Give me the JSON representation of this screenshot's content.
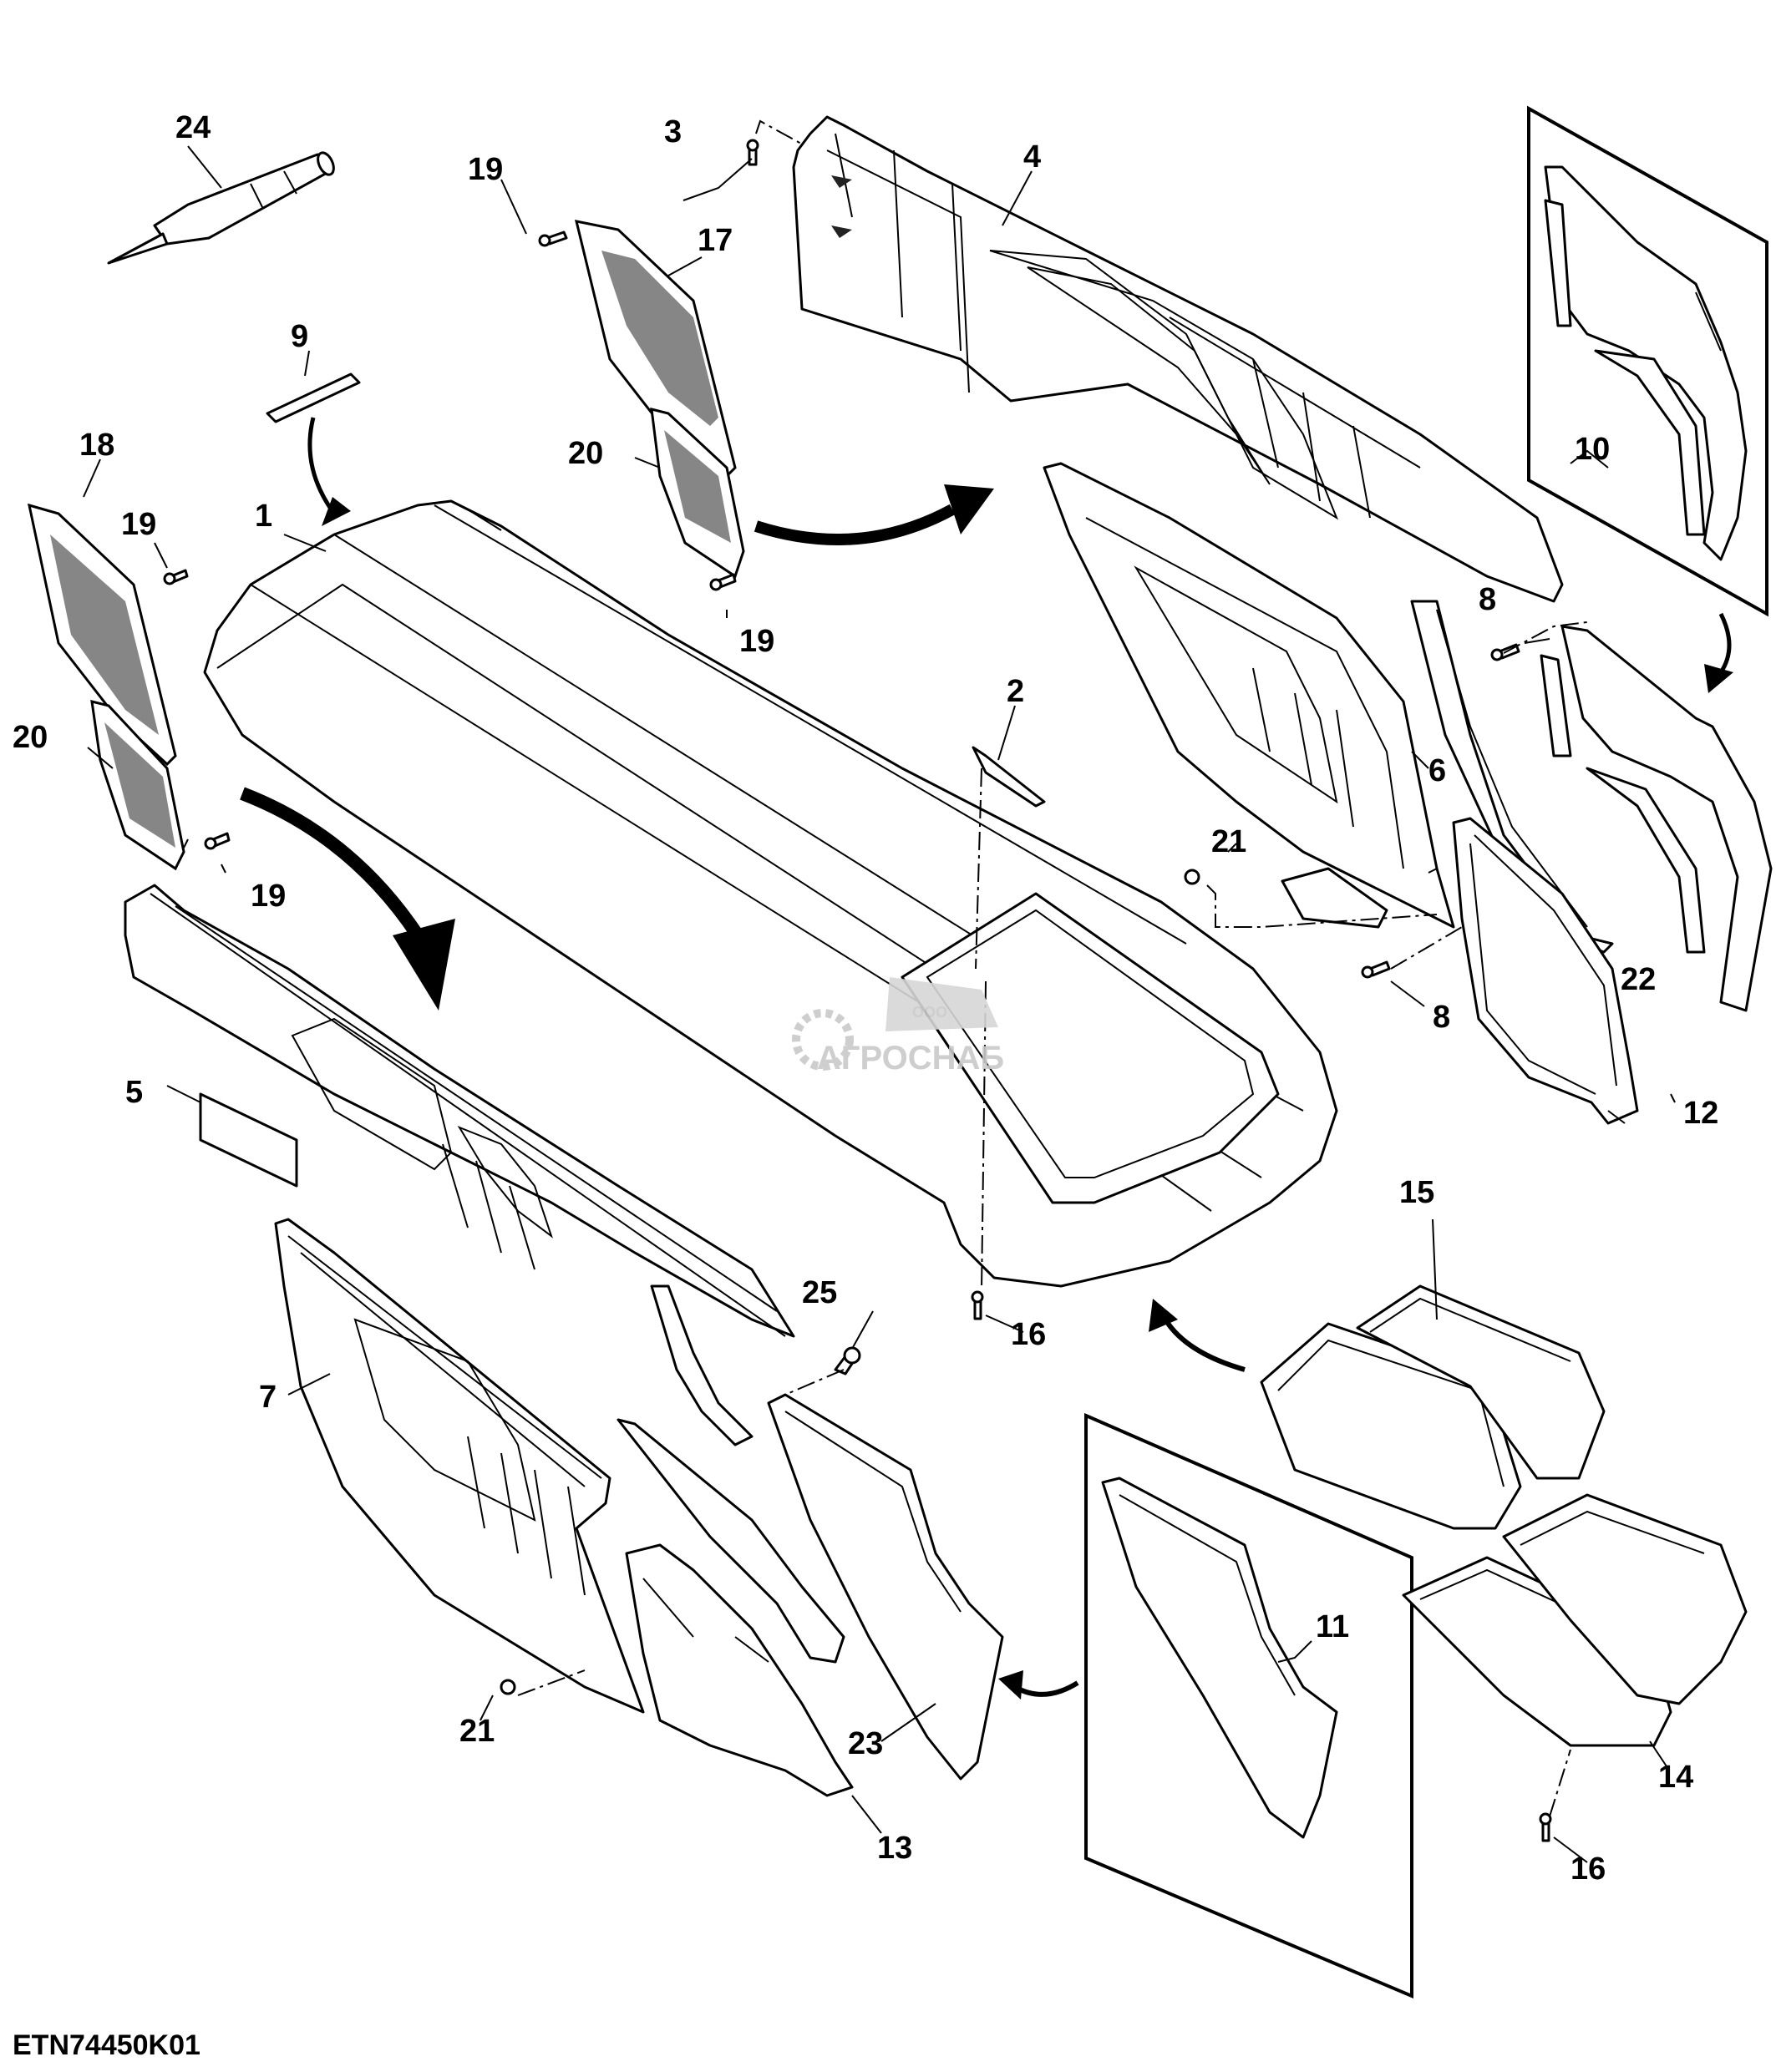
{
  "drawing": {
    "figure_id": "ETN74450K01",
    "watermark": {
      "top": "ООО",
      "name": "АГРОСНАБ"
    }
  },
  "callouts": {
    "c1": "1",
    "c2": "2",
    "c3": "3",
    "c4": "4",
    "c5": "5",
    "c6": "6",
    "c7": "7",
    "c8a": "8",
    "c8b": "8",
    "c9": "9",
    "c10": "10",
    "c11": "11",
    "c12": "12",
    "c13": "13",
    "c14": "14",
    "c15": "15",
    "c16a": "16",
    "c16b": "16",
    "c17": "17",
    "c18": "18",
    "c19a": "19",
    "c19b": "19",
    "c19c": "19",
    "c19d": "19",
    "c20a": "20",
    "c20b": "20",
    "c21a": "21",
    "c21b": "21",
    "c22": "22",
    "c23": "23",
    "c24": "24",
    "c25": "25"
  },
  "icons": {
    "arrow": "curved-arrow-icon",
    "fastener": "screw-icon",
    "sealant": "sealant-tube-icon"
  },
  "colors": {
    "line": "#000000",
    "background": "#ffffff",
    "watermark": "#c9c9c9"
  }
}
